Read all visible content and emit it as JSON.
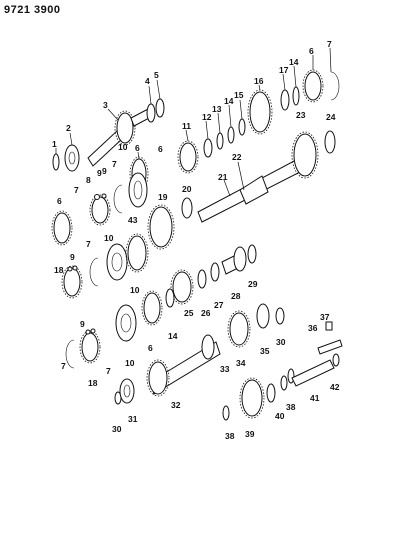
{
  "header": {
    "doc_code": "9721 3900"
  },
  "callouts": [
    "1",
    "2",
    "3",
    "4",
    "5",
    "6",
    "7",
    "8",
    "9",
    "10",
    "11",
    "12",
    "13",
    "14",
    "15",
    "16",
    "17",
    "18",
    "19",
    "20",
    "21",
    "22",
    "23",
    "24",
    "25",
    "26",
    "27",
    "28",
    "29",
    "30",
    "31",
    "32",
    "33",
    "34",
    "35",
    "36",
    "37",
    "38",
    "39",
    "40",
    "41",
    "42",
    "43"
  ],
  "colors": {
    "ink": "#111111",
    "paper": "#ffffff"
  }
}
